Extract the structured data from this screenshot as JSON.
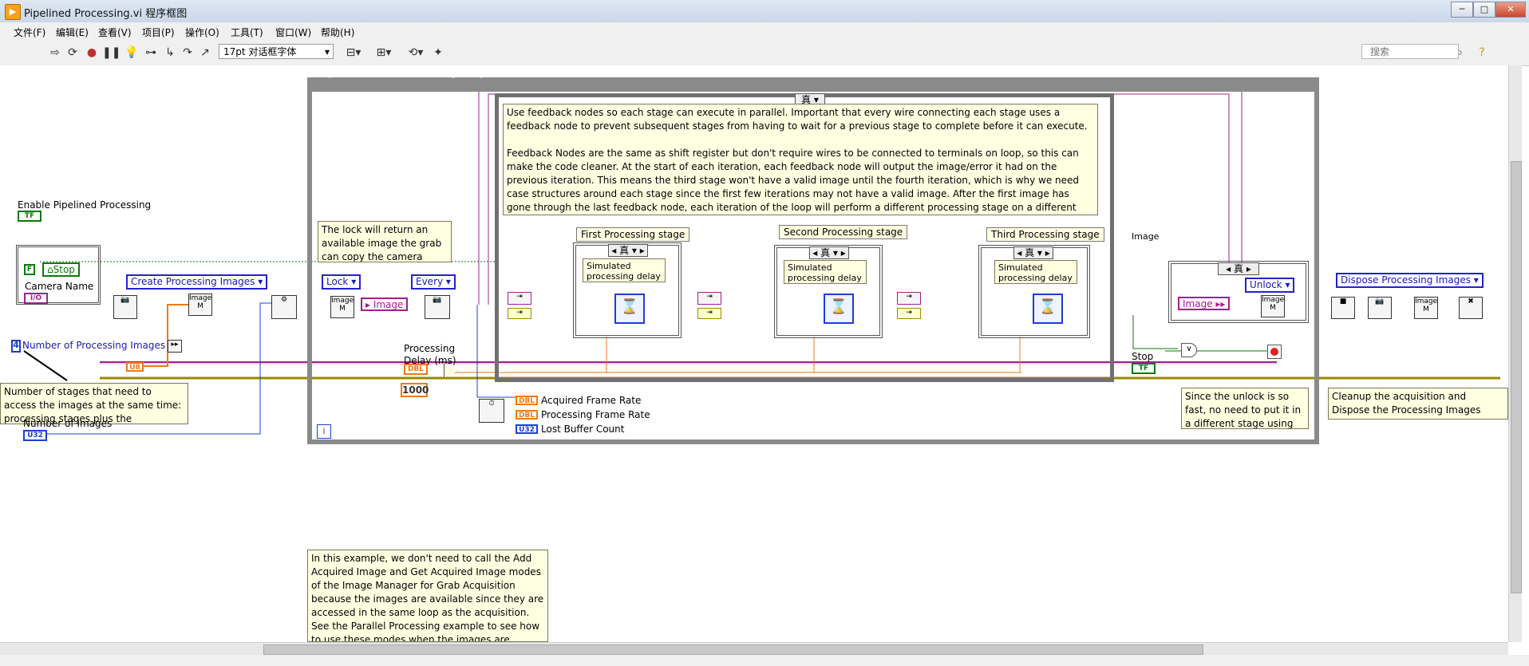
{
  "window": {
    "title": "Pipelined Processing.vi 程序框图",
    "app_icon": "labview-icon",
    "buttons": {
      "minimize": "─",
      "maximize": "□",
      "close": "✕"
    }
  },
  "menubar": [
    "文件(F)",
    "编辑(E)",
    "查看(V)",
    "项目(P)",
    "操作(O)",
    "工具(T)",
    "窗口(W)",
    "帮助(H)"
  ],
  "toolbar": {
    "font": "17pt 对话框字体",
    "search_placeholder": "搜索",
    "icons": [
      "run-arrow-icon",
      "run-continuously-icon",
      "abort-icon",
      "pause-icon",
      "highlight-execution-icon",
      "retain-wire-values-icon",
      "step-into-icon",
      "step-over-icon",
      "step-out-icon",
      "align-objects-icon",
      "distribute-objects-icon",
      "reorder-icon",
      "clean-up-icon",
      "search-icon",
      "help-icon"
    ]
  },
  "diagram": {
    "loop_title": "Acquisition and Processing Loop",
    "case_true": "真",
    "enable_label": "Enable Pipelined Processing",
    "tf": "TF",
    "camera_false": "F",
    "stop_button": "Stop",
    "camera_name": "Camera Name",
    "camera_io": "I/O",
    "create_images": "Create Processing Images",
    "num_stages_value": "4",
    "num_stages_label": "Number of Processing Images",
    "num_stages_note": "Number of stages that need to access the images at the same time: processing stages plus the",
    "u8_const": "U8",
    "num_images_label": "Number of Images",
    "u32": "U32",
    "lock_note": "The lock will return an available image the grab can copy the camera",
    "lock": "Lock",
    "every": "Every",
    "image_out": "Image",
    "image_mgr_line1": "Image",
    "image_mgr_line2": "M",
    "processing_delay_label": "Processing Delay (ms)",
    "dbl": "DBL",
    "delay_value": "1000",
    "acquired_rate": "Acquired Frame Rate",
    "processing_rate": "Processing Frame Rate",
    "lost_buffers": "Lost Buffer Count",
    "info": "i",
    "feedback_note": "Use feedback nodes so each stage can execute in parallel. Important that every wire connecting each stage uses a feedback node to prevent subsequent stages from having to wait for a previous stage to complete before it can execute.\n\nFeedback Nodes are the same as shift register but don't require wires to be connected to terminals on loop, so this can make the code cleaner. At the start of each iteration, each feedback node will output the image/error it had on the previous iteration. This means the third stage won't have a valid image until the fourth iteration, which is why we need case structures around each stage since the first few iterations may not have a valid image. After the first image has gone through the last feedback node, each iteration of the loop will perform a different processing stage on a different image. Each stage is complete when it wires the resulting image/error into the Feedback node. When the last stage is done, it will unlock the image so it can be used by the acquisition again. This means it takes 4 iterations for 1 image to go through all the processing",
    "stages": [
      {
        "label": "First Processing stage",
        "delay_note": "Simulated processing delay"
      },
      {
        "label": "Second Processing stage",
        "delay_note": "Simulated processing delay"
      },
      {
        "label": "Third Processing stage",
        "delay_note": "Simulated processing delay"
      }
    ],
    "unlock": "Unlock",
    "image_label": "Image",
    "stop_label": "Stop",
    "unlock_note": "Since the unlock is so fast, no need to put it in a different stage using shift",
    "dispose": "Dispose Processing Images",
    "cleanup_note": "Cleanup the acquisition and Dispose the Processing Images before closing the session",
    "bottom_note": "In this example, we don't need to call the Add Acquired Image and Get Acquired Image modes of the Image Manager for Grab Acquisition because the images are available since they are accessed in the same loop as the acquisition. See the Parallel Processing example to see how to use these modes when the images are accessed in"
  },
  "colors": {
    "image_wire": "#a0208c",
    "error_wire": "#9a8a00",
    "bool_wire": "#0a7a0a",
    "numeric_wire": "#f07a10",
    "int_wire": "#1b3fd0",
    "loop_frame": "#808080",
    "note_bg": "#ffffe1"
  }
}
